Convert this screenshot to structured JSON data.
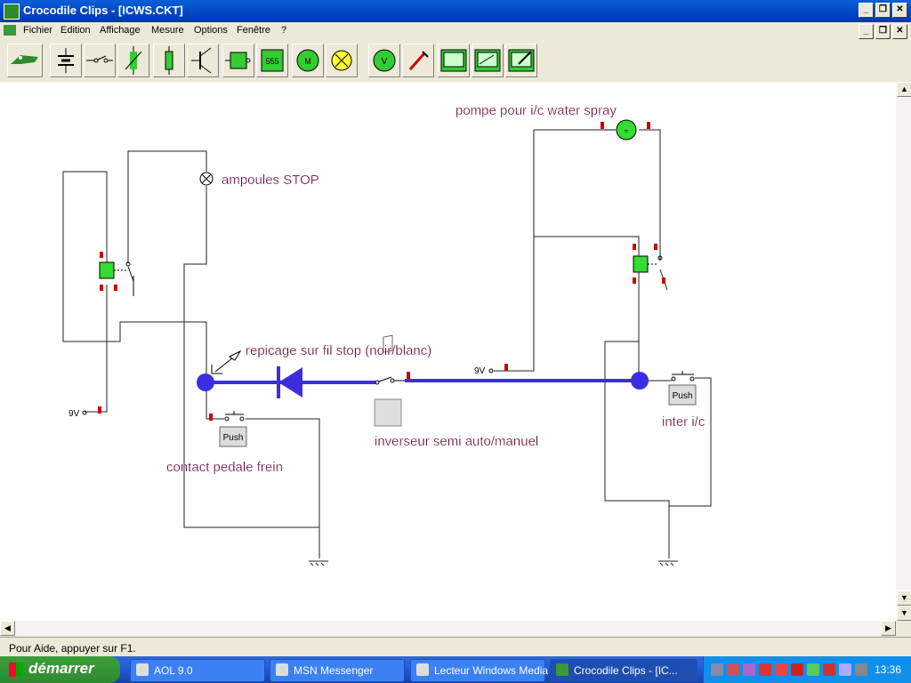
{
  "window": {
    "title": "Crocodile Clips - [ICWS.CKT]"
  },
  "menu": [
    "Fichier",
    "Edition",
    "Affichage",
    "Mesure",
    "Options",
    "Fenêtre",
    "?"
  ],
  "toolbar": [
    "crocodile-logo-icon",
    "battery-icon",
    "switch-icon",
    "thermistor-icon",
    "resistor-icon",
    "transistor-icon",
    "logic-gate-icon",
    "ic-555-icon",
    "motor-icon",
    "lamp-icon",
    "voltmeter-icon",
    "probe-icon",
    "graph-icon",
    "graph2-icon",
    "graph3-icon"
  ],
  "toolbar_text": {
    "ic555": "555"
  },
  "circuit": {
    "label_lamps": "ampoules STOP",
    "label_pump": "pompe pour i/c water spray",
    "label_tap": "repicage sur fil stop (noir/blanc)",
    "label_inverter": "inverseur semi auto/manuel",
    "label_brake": "contact pedale frein",
    "label_ic": "inter i/c",
    "supply_left": "9V",
    "supply_mid": "9V",
    "push_label": "Push",
    "push_label2": "Push",
    "wire_color": "#3b2ee0",
    "label_color": "#660033"
  },
  "status": {
    "text": "Pour Aide, appuyer sur F1."
  },
  "taskbar": {
    "start": "démarrer",
    "tasks": [
      "AOL 9.0",
      "MSN Messenger",
      "Lecteur Windows Media",
      "Crocodile Clips - [IC..."
    ],
    "clock": "13:36"
  }
}
